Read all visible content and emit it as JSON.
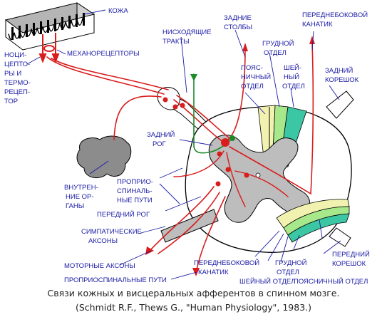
{
  "labels": {
    "skin": "КОЖА",
    "nociceptors": [
      "НОЦИ-",
      "ЦЕПТО-",
      "РЫ И",
      "ТЕРМО-",
      "РЕЦЕП-",
      "ТОР"
    ],
    "mechanoreceptors": "МЕХАНОРЕЦЕПТОРЫ",
    "descending_tracts": [
      "НИСХОДЯЩИЕ",
      "ТРАКТЫ"
    ],
    "dorsal_columns": [
      "ЗАДНИЕ",
      "СТОЛБЫ"
    ],
    "anterolateral_tract_top": [
      "ПЕРЕДНЕБОКОВОЙ",
      "КАНАТИК"
    ],
    "lumbar_top": [
      "ПОЯС-",
      "НИЧНЫЙ",
      "ОТДЕЛ"
    ],
    "thoracic_top": [
      "ГРУДНОЙ",
      "ОТДЕЛ"
    ],
    "cervical_top": [
      "ШЕЙ-",
      "НЫЙ",
      "ОТДЕЛ"
    ],
    "dorsal_root": [
      "ЗАДНИЙ",
      "КОРЕШОК"
    ],
    "dorsal_horn": [
      "ЗАДНИЙ",
      "РОГ"
    ],
    "viscera": [
      "ВНУТРЕН-",
      "НИЕ ОР-",
      "ГАНЫ"
    ],
    "propriospinal": [
      "ПРОПРИО-",
      "СПИНАЛЬ-",
      "НЫЕ ПУТИ"
    ],
    "ventral_horn": "ПЕРЕДНИЙ РОГ",
    "sympathetic": [
      "СИМПАТИЧЕСКИЕ",
      "АКСОНЫ"
    ],
    "motor_axons": "МОТОРНЫЕ АКСОНЫ",
    "propriospinal_bottom": "ПРОПРИОСПИНАЛЬНЫЕ ПУТИ",
    "anterolateral_tract_bottom": [
      "ПЕРЕДНЕБОКОВОЙ",
      "КАНАТИК"
    ],
    "cervical_bottom": "ШЕЙНЫЙ ОТДЕЛ",
    "thoracic_bottom": [
      "ГРУДНОЙ",
      "ОТДЕЛ"
    ],
    "lumbar_bottom": "ПОЯСНИЧНЫЙ ОТДЕЛ",
    "ventral_root": [
      "ПЕРЕДНИЙ",
      "КОРЕШОК"
    ]
  },
  "caption": {
    "line1": "Связи кожных и висцеральных афферентов в спинном мозге.",
    "line2": "(Schmidt R.F., Thews G., \"Human Physiology\", 1983.)"
  },
  "colors": {
    "label_text": "#1a1aa6",
    "leader_line": "#1a1aa6",
    "afferent": "#d91c1c",
    "descending": "#1e8a2a",
    "grey_matter": "#bdbdbd",
    "visceral_organ": "#8c8c8c",
    "cervical": "#3cc7a4",
    "thoracic": "#a6e88a",
    "lumbar": "#f2f2b0",
    "skin_top": "#b5b5b5"
  }
}
